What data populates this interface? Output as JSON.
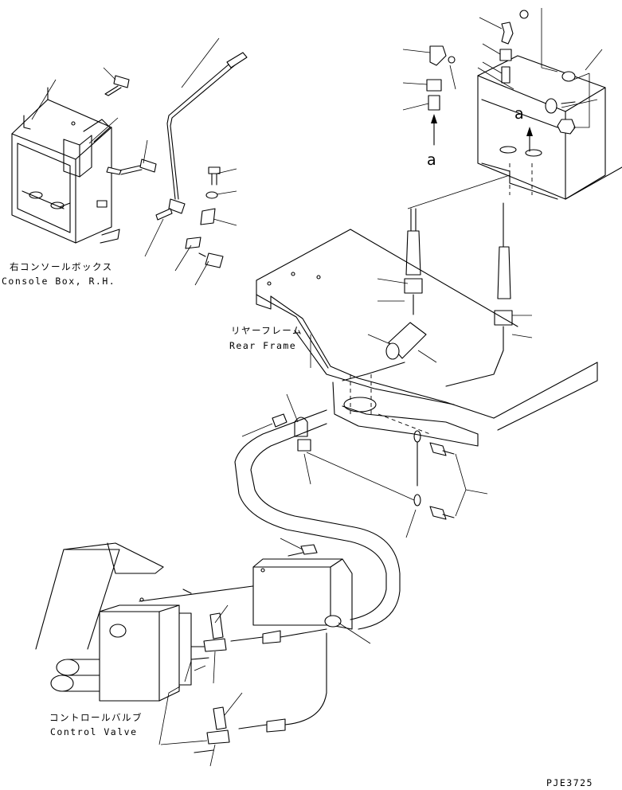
{
  "labels": {
    "console_box_jp": "右コンソールボックス",
    "console_box_en": "Console Box, R.H.",
    "rear_frame_jp": "リヤーフレーム",
    "rear_frame_en": "Rear Frame",
    "control_valve_jp": "コントロールバルブ",
    "control_valve_en": "Control Valve",
    "view_mark_1": "a",
    "view_mark_2": "a",
    "drawing_number": "PJE3725"
  },
  "icons": {
    "arrow": "up-arrow-icon"
  }
}
